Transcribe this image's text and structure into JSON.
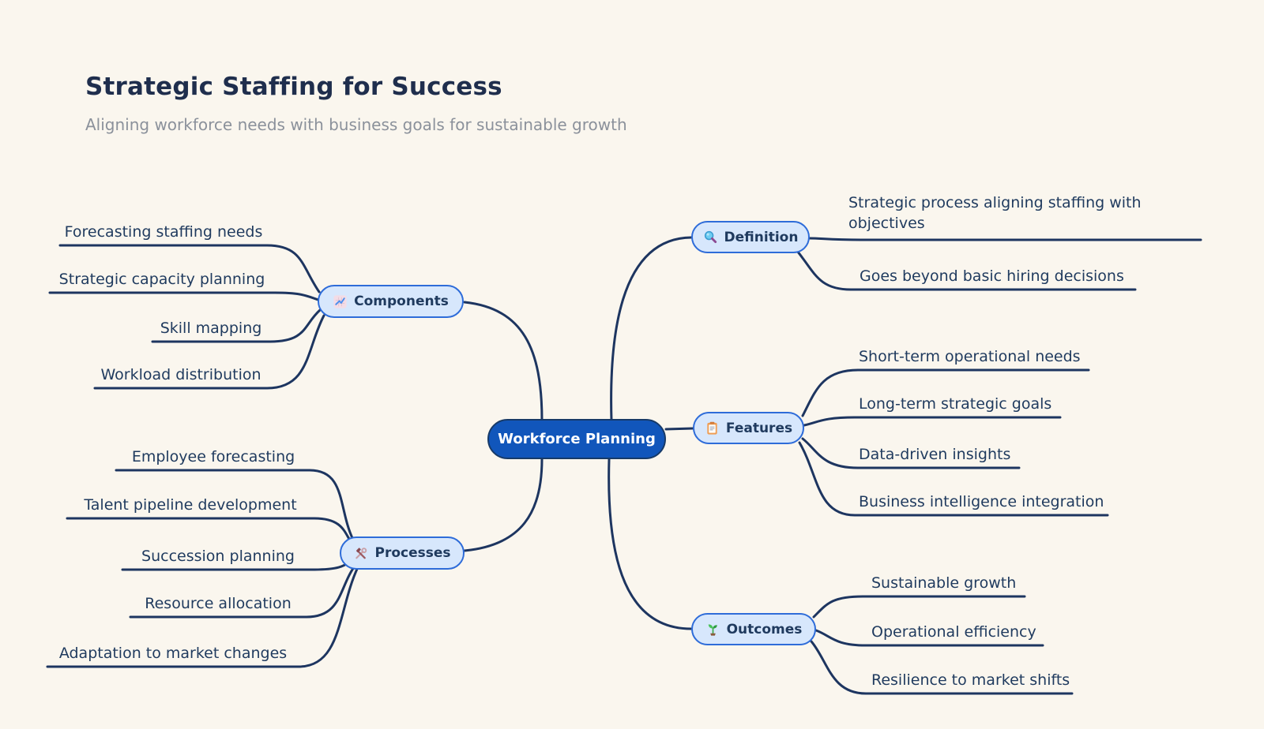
{
  "page": {
    "title": "Strategic Staffing for Success",
    "subtitle": "Aligning workforce needs with business goals for sustainable growth"
  },
  "center_node": {
    "label": "Workforce Planning"
  },
  "branches": [
    {
      "label": "Components",
      "icon": "chart-increasing-icon",
      "leaves": [
        "Forecasting staffing needs",
        "Strategic capacity planning",
        "Skill mapping",
        "Workload distribution"
      ]
    },
    {
      "label": "Processes",
      "icon": "hammer-wrench-icon",
      "leaves": [
        "Employee forecasting",
        "Talent pipeline development",
        "Succession planning",
        "Resource allocation",
        "Adaptation to market changes"
      ]
    },
    {
      "label": "Definition",
      "icon": "magnifying-glass-icon",
      "leaves": [
        "Strategic process aligning staffing with objectives",
        "Goes beyond basic hiring decisions"
      ]
    },
    {
      "label": "Features",
      "icon": "clipboard-icon",
      "leaves": [
        "Short-term operational needs",
        "Long-term strategic goals",
        "Data-driven insights",
        "Business intelligence integration"
      ]
    },
    {
      "label": "Outcomes",
      "icon": "seedling-icon",
      "leaves": [
        "Sustainable growth",
        "Operational efficiency",
        "Resilience to market shifts"
      ]
    }
  ],
  "colors": {
    "background": "#faf6ee",
    "line": "#1d3560",
    "central_fill": "#1156bb",
    "central_text": "#ffffff",
    "branch_fill": "#d7e7fc",
    "branch_border": "#2e6cd9",
    "node_text": "#1f3a5e",
    "title_text": "#1f2e4d",
    "subtitle_text": "#8b919b"
  }
}
